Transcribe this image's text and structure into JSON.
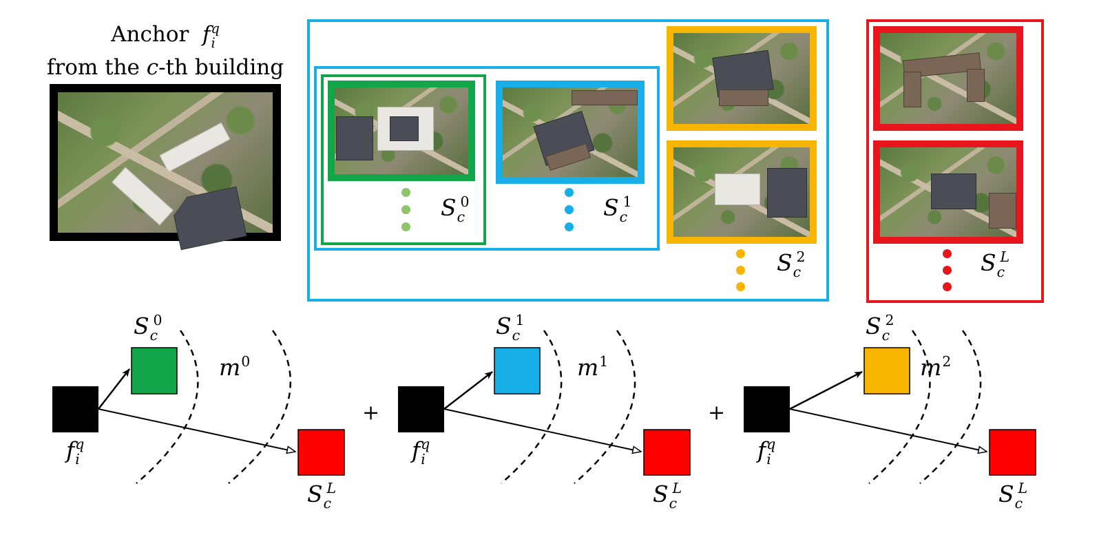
{
  "anchor": {
    "line1_word": "Anchor",
    "f": "f",
    "f_sub": "i",
    "f_sup": "q",
    "line2_pre": "from the ",
    "line2_c": "c",
    "line2_post": "-th building"
  },
  "sets": {
    "S": "S",
    "sub": "c",
    "s0": "0",
    "s1": "1",
    "s2": "2",
    "sL": "L"
  },
  "margins": {
    "m": "m",
    "m0": "0",
    "m1": "1",
    "m2": "2"
  },
  "feature": {
    "f": "f",
    "sub": "i",
    "sup": "q"
  },
  "plus": "+",
  "colors": {
    "green": "#12a64b",
    "light_green": "#8fc46d",
    "blue": "#18aee8",
    "yellow": "#f7b500",
    "red": "#e8161c",
    "red_square": "#ff0000",
    "black": "#000000"
  }
}
